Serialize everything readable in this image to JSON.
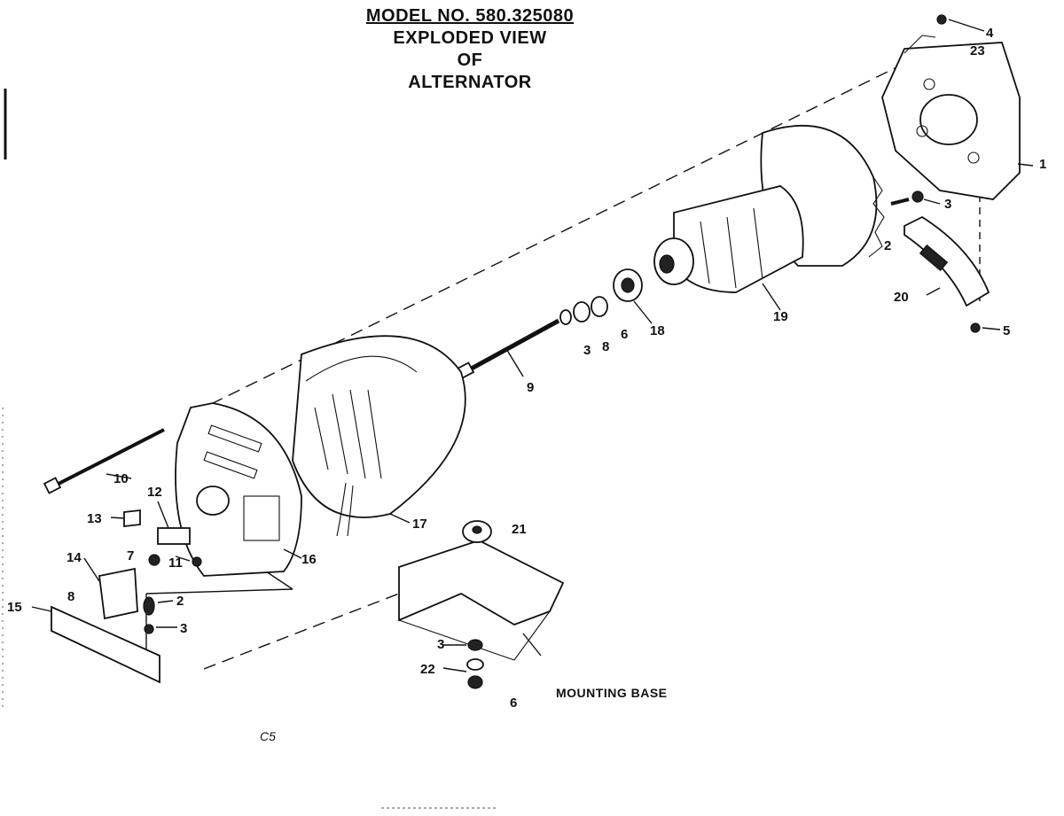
{
  "title": {
    "lines": [
      "MODEL NO. 580.325080",
      "EXPLODED VIEW",
      "OF",
      "ALTERNATOR"
    ]
  },
  "callouts": {
    "c1": "1",
    "c2a": "2",
    "c2b": "2",
    "c3a": "3",
    "c3b": "3",
    "c3c": "3",
    "c3d": "3",
    "c4": "4",
    "c5": "5",
    "c6a": "6",
    "c6b": "6",
    "c7": "7",
    "c8a": "8",
    "c8b": "8",
    "c9": "9",
    "c10": "10",
    "c11": "11",
    "c12": "12",
    "c13": "13",
    "c14": "14",
    "c15": "15",
    "c16": "16",
    "c17": "17",
    "c18": "18",
    "c19": "19",
    "c20": "20",
    "c21": "21",
    "c22": "22",
    "c23": "23"
  },
  "mounting_base_label": "MOUNTING BASE",
  "page_code": "C5"
}
